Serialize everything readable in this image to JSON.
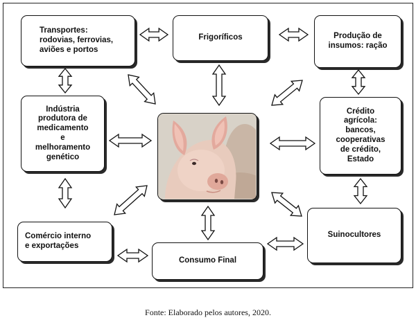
{
  "diagram": {
    "nodes": {
      "transportes": "Transportes:\nrodovias, ferrovias,\naviões e portos",
      "frigorificos": "Frigoríficos",
      "insumos": "Produção de\ninsumos: ração",
      "industria": "Indústria\nprodutora de\nmedicamento\ne\nmelhoramento\ngenético",
      "credito": "Crédito\nagrícola:\nbancos,\ncooperativas\nde crédito,\nEstado",
      "comercio": "Comércio interno\ne exportações",
      "consumo": "Consumo Final",
      "suinocultores": "Suinocultores"
    },
    "center_image": "pig-photo",
    "colors": {
      "arrow_fill": "#ffffff",
      "stroke": "#111111"
    }
  },
  "caption": "Fonte: Elaborado pelos autores, 2020."
}
